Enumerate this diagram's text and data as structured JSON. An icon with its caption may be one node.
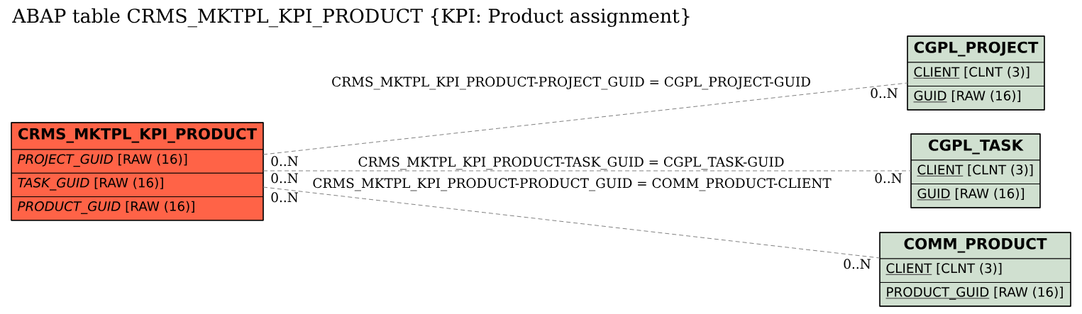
{
  "diagram": {
    "title": "ABAP table CRMS_MKTPL_KPI_PRODUCT {KPI: Product assignment}",
    "nodes": [
      {
        "text": [
          "CRMS_MKTPL_KPI_PRODUCT",
          "*PROJECT_GUID* [RAW (16)]",
          "*TASK_GUID* [RAW (16)]",
          "*PRODUCT_GUID* [RAW (16)]"
        ]
      },
      {
        "text": [
          "CGPL_PROJECT",
          "CLIENT [CLNT (3)]",
          "GUID [RAW (16)]"
        ]
      },
      {
        "text": [
          "CGPL_TASK",
          "CLIENT [CLNT (3)]",
          "GUID [RAW (16)]"
        ]
      },
      {
        "text": [
          "COMM_PRODUCT",
          "CLIENT [CLNT (3)]",
          "PRODUCT_GUID [RAW (16)]"
        ]
      }
    ],
    "edges": [
      {
        "from": 0,
        "to": 1,
        "arrow": "none",
        "style": "dashed",
        "label": "CRMS_MKTPL_KPI_PRODUCT-PROJECT_GUID = CGPL_PROJECT-GUID"
      },
      {
        "from": 0,
        "to": 2,
        "arrow": "none",
        "style": "dashed",
        "label": "CRMS_MKTPL_KPI_PRODUCT-TASK_GUID = CGPL_TASK-GUID"
      },
      {
        "from": 0,
        "to": 3,
        "arrow": "none",
        "style": "dashed",
        "label": "CRMS_MKTPL_KPI_PRODUCT-PRODUCT_GUID = COMM_PRODUCT-CLIENT"
      }
    ],
    "labels": [
      "0..N",
      "0..N",
      "0..N",
      "0..N",
      "0..N",
      "0..N"
    ]
  }
}
